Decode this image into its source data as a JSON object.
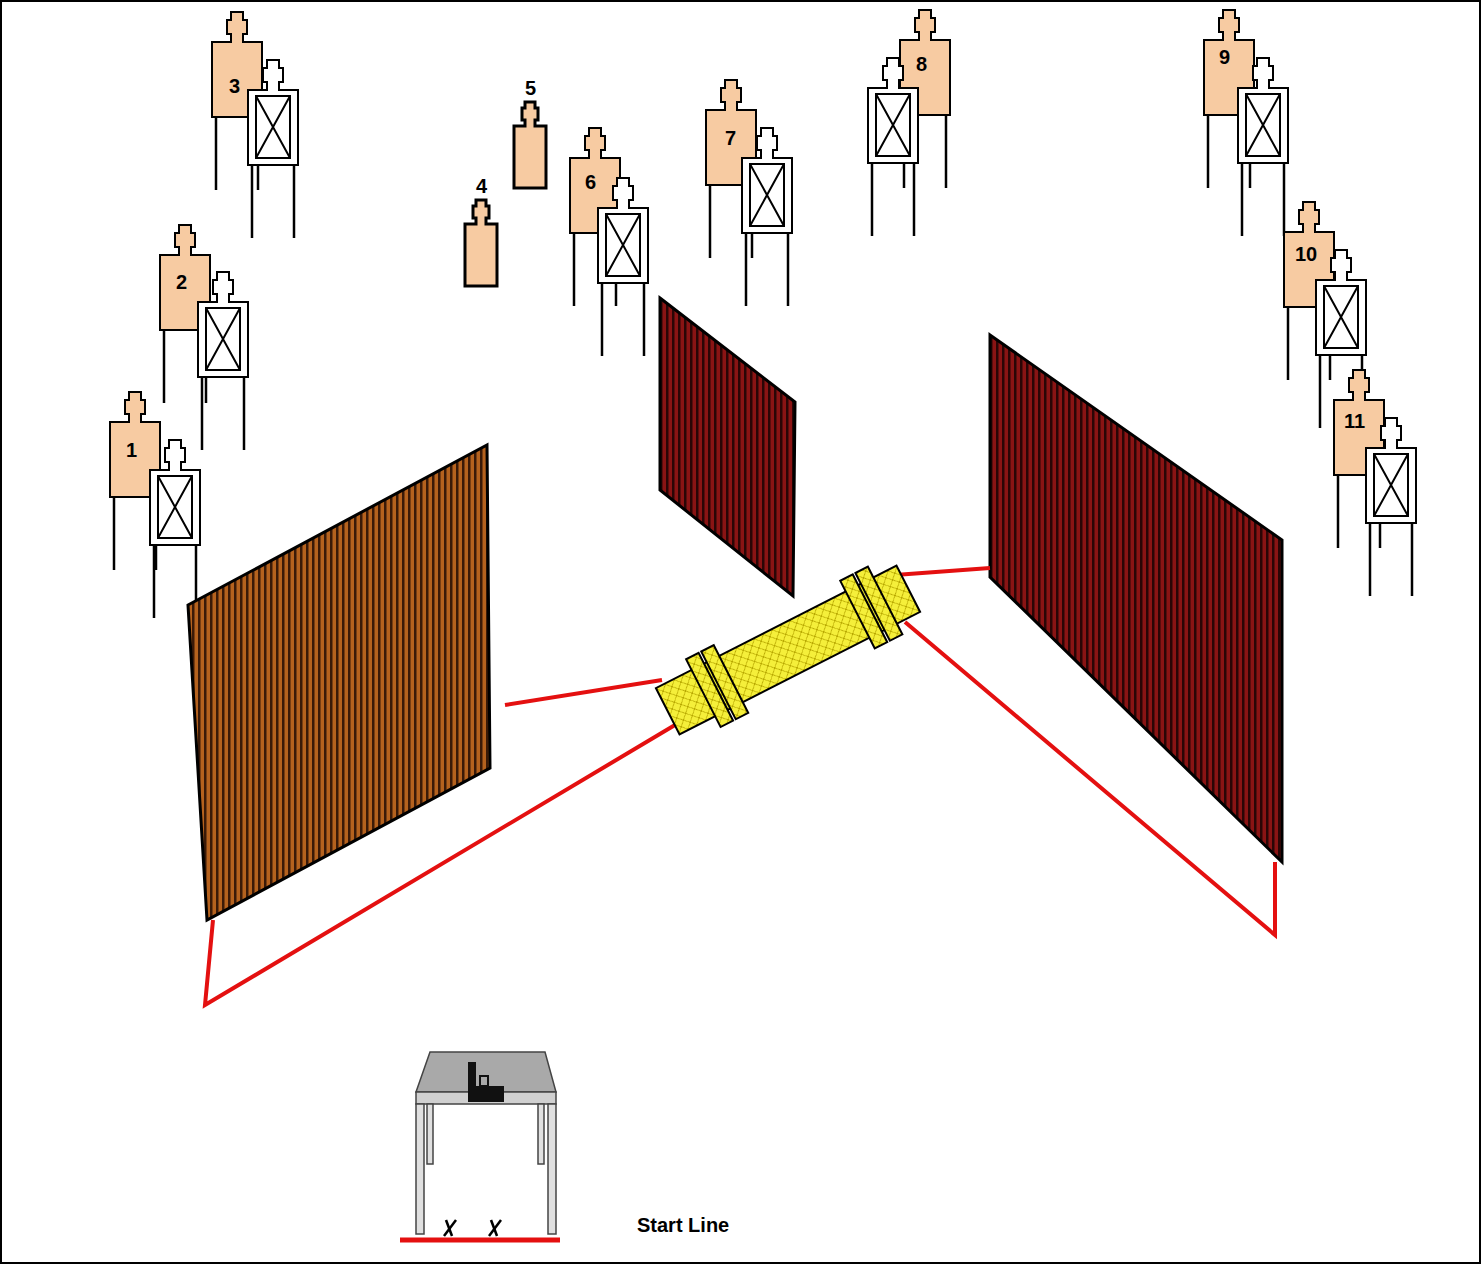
{
  "diagram": {
    "labels": [
      "1",
      "2",
      "3",
      "4",
      "5",
      "6",
      "7",
      "8",
      "9",
      "10",
      "11",
      "Start Line"
    ]
  }
}
